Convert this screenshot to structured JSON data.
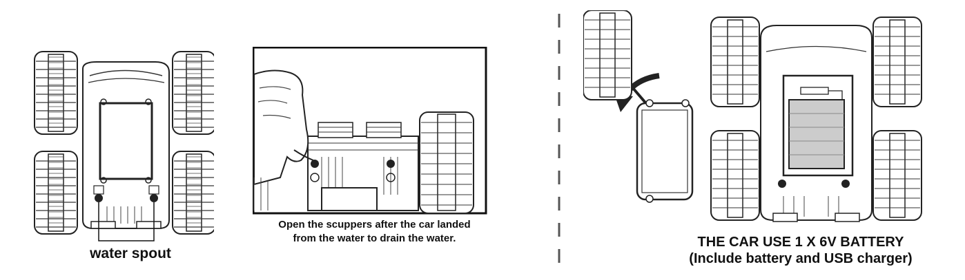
{
  "captions": {
    "water_spout": "water spout",
    "scupper_line1": "Open the scuppers after the car landed",
    "scupper_line2": "from the water to drain the water.",
    "battery_line1": "THE CAR USE 1 X 6V BATTERY",
    "battery_line2": "(Include battery and USB charger)"
  },
  "colors": {
    "ink": "#111111",
    "background": "#ffffff",
    "divider": "#555555"
  }
}
